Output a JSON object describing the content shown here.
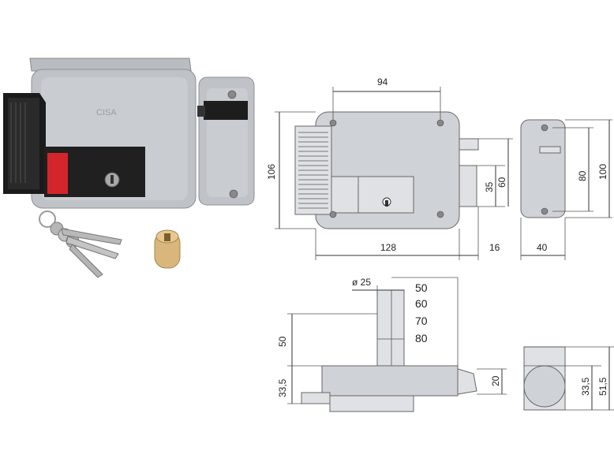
{
  "diagram": {
    "brand_mark": "CISA",
    "front_view": {
      "dim_top_width": "94",
      "dim_height": "106",
      "dim_bottom_width": "128",
      "dim_bolt_offset": "16",
      "dim_bolt_35": "35",
      "dim_bolt_60": "60",
      "dim_keeper_height_80": "80",
      "dim_keeper_height_100": "100",
      "dim_keeper_width": "40"
    },
    "bottom_view": {
      "dim_diameter": "ø 25",
      "cylinder_lengths": [
        "50",
        "60",
        "70",
        "80"
      ],
      "dim_height_50": "50",
      "dim_height_335": "33,5",
      "dim_bolt_20": "20",
      "dim_keeper_335": "33,5",
      "dim_keeper_515": "51,5"
    }
  }
}
